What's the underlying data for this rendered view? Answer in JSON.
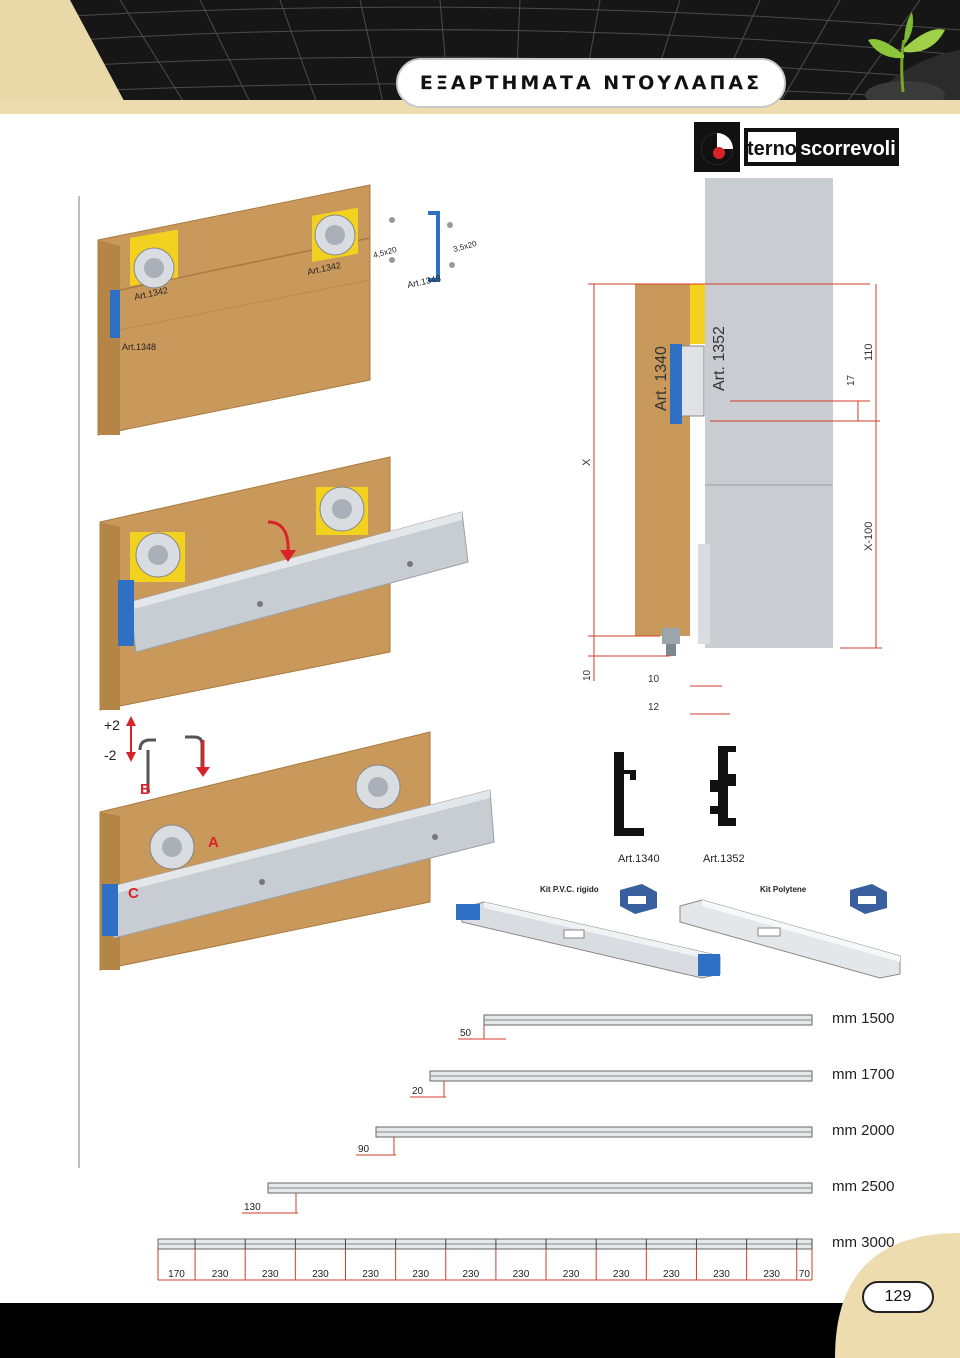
{
  "header": {
    "title": "ΕΞΑΡΤΗΜΑΤΑ ΝΤΟΥΛΑΠΑΣ"
  },
  "brand": {
    "name_a": "terno",
    "name_b": "scorrevoli",
    "colors": {
      "red": "#d8232a",
      "black": "#111111"
    }
  },
  "assembly_1": {
    "labels": [
      "Art.1342",
      "Art.1342",
      "Art.1348",
      "Art.1348"
    ],
    "screw_a": "4,5x20",
    "screw_b": "3,5x20"
  },
  "assembly_3": {
    "adjust_up": "+2",
    "adjust_down": "-2",
    "mark_a": "A",
    "mark_b": "B",
    "mark_c": "C"
  },
  "cross_section": {
    "art_a": "Art. 1340",
    "art_b": "Art. 1352",
    "dim_x": "X",
    "dim_110": "110",
    "dim_17": "17",
    "dim_x100": "X-100",
    "dim_10v": "10",
    "dim_10h": "10",
    "dim_12": "12"
  },
  "profiles": {
    "label_a": "Art.1340",
    "label_b": "Art.1352"
  },
  "kits": {
    "kit_a": "Kit P.V.C. rigido",
    "kit_b": "Kit Polytene"
  },
  "tracks": [
    {
      "length": "mm 1500",
      "offset": "50"
    },
    {
      "length": "mm 1700",
      "offset": "20"
    },
    {
      "length": "mm 2000",
      "offset": "90"
    },
    {
      "length": "mm 2500",
      "offset": "130"
    },
    {
      "length": "mm 3000",
      "segments": [
        "170",
        "230",
        "230",
        "230",
        "230",
        "230",
        "230",
        "230",
        "230",
        "230",
        "230",
        "230",
        "230",
        "70"
      ]
    }
  ],
  "colors": {
    "wood": "#c9995b",
    "wood_dark": "#a9793f",
    "aluminium": "#c8cdd3",
    "blue": "#2f6fc4",
    "yellow": "#f2d21f",
    "arrow_red": "#d8232a",
    "dim_red": "#d23c2a",
    "door_grey": "#c9ccd0"
  },
  "page": {
    "number": "129"
  }
}
